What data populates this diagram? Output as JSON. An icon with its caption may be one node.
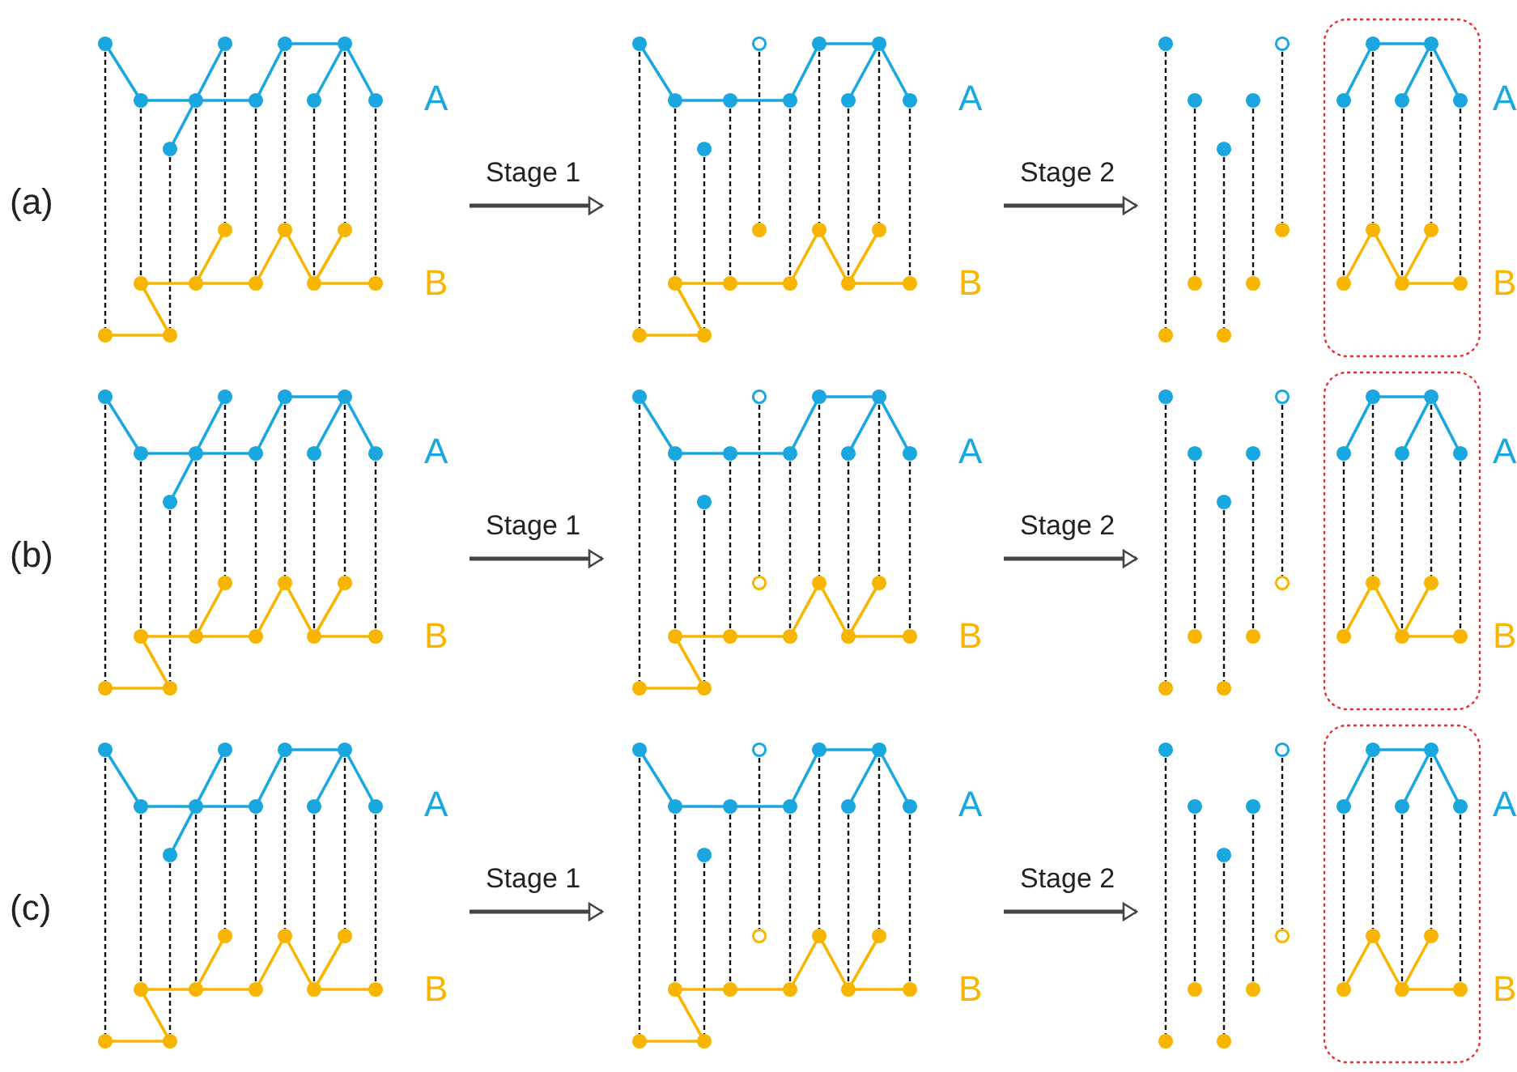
{
  "diagram": {
    "nodes": [
      {
        "text": [],
        "shape": "picture",
        "beside": [
          "A",
          "B"
        ]
      },
      {
        "text": [],
        "shape": "picture",
        "beside": [
          "A",
          "B"
        ]
      },
      {
        "text": [],
        "shape": "picture",
        "beside": [
          "A",
          "B"
        ]
      },
      {
        "text": [],
        "shape": "picture",
        "beside": [
          "A",
          "B"
        ]
      },
      {
        "text": [],
        "shape": "picture",
        "beside": [
          "A",
          "B"
        ]
      },
      {
        "text": [],
        "shape": "picture",
        "beside": [
          "A",
          "B"
        ]
      },
      {
        "text": [],
        "shape": "picture",
        "beside": [
          "A",
          "B"
        ]
      },
      {
        "text": [],
        "shape": "picture",
        "beside": [
          "A",
          "B"
        ]
      },
      {
        "text": [],
        "shape": "picture",
        "beside": [
          "A",
          "B"
        ]
      }
    ],
    "edges": [
      {
        "from": 0,
        "to": 1,
        "arrow": "to",
        "label": "Stage 1"
      },
      {
        "from": 1,
        "to": 2,
        "arrow": "to",
        "label": "Stage 2"
      },
      {
        "from": 3,
        "to": 4,
        "arrow": "to",
        "label": "Stage 1"
      },
      {
        "from": 4,
        "to": 5,
        "arrow": "to",
        "label": "Stage 2"
      },
      {
        "from": 6,
        "to": 7,
        "arrow": "to",
        "label": "Stage 1"
      },
      {
        "from": 7,
        "to": 8,
        "arrow": "to",
        "label": "Stage 2"
      }
    ],
    "labels": [
      "(a)",
      "(b)",
      "(c)"
    ]
  }
}
